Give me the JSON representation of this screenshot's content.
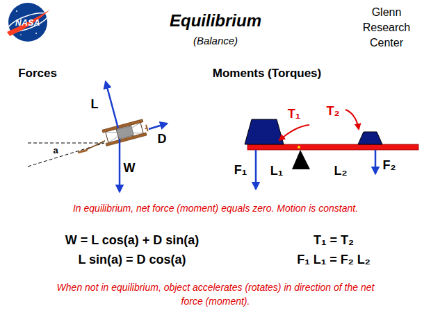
{
  "diagram": {
    "title": "Equilibrium",
    "labels": [
      "NASA",
      "(Balance)",
      "Glenn Research Center",
      "Forces",
      "Moments (Torques)",
      "L",
      "D",
      "a",
      "W",
      "T₁",
      "T₂",
      "F₁",
      "L₁",
      "L₂",
      "F₂",
      "In equilibrium, net force (moment) equals zero. Motion is constant.",
      "W = L cos(a) + D sin(a)",
      "T₁ = T₂",
      "L sin(a) = D cos(a)",
      "F₁ L₁ = F₂ L₂",
      "When not in equilibrium, object accelerates (rotates) in direction of the net force (moment)."
    ]
  }
}
